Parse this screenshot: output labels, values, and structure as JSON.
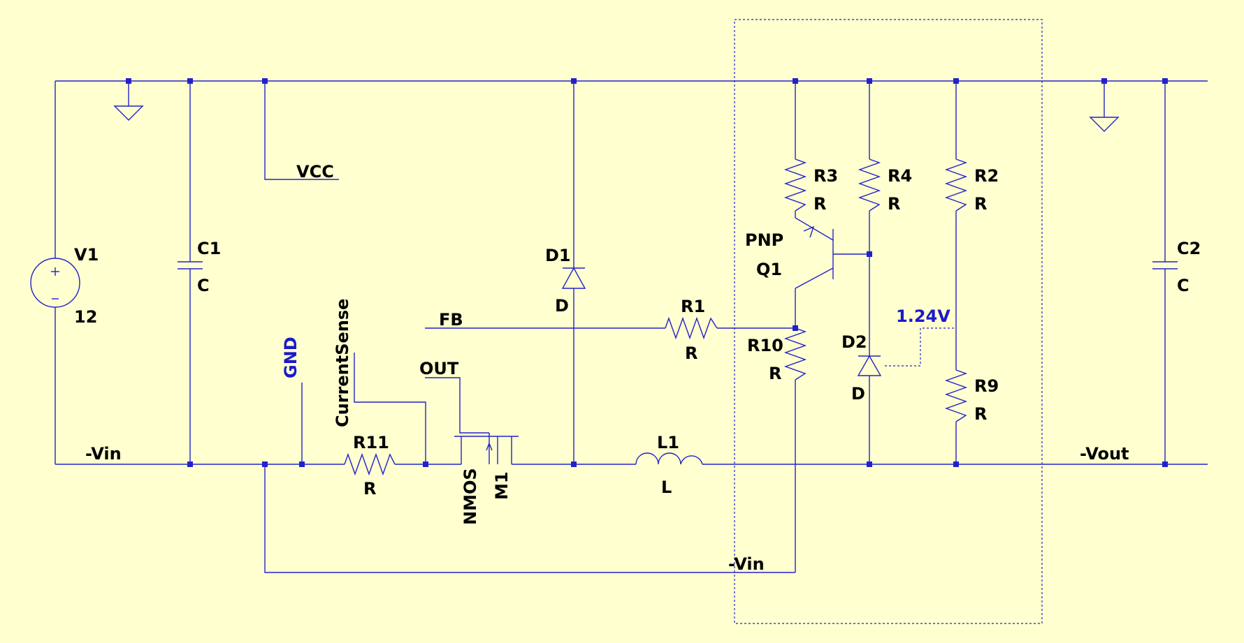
{
  "labels": {
    "V1_name": "V1",
    "V1_value": "12",
    "C1_name": "C1",
    "C1_value": "C",
    "C2_name": "C2",
    "C2_value": "C",
    "D1_name": "D1",
    "D1_value": "D",
    "D2_name": "D2",
    "D2_value": "D",
    "R1_name": "R1",
    "R1_value": "R",
    "R2_name": "R2",
    "R2_value": "R",
    "R3_name": "R3",
    "R3_value": "R",
    "R4_name": "R4",
    "R4_value": "R",
    "R9_name": "R9",
    "R9_value": "R",
    "R10_name": "R10",
    "R10_value": "R",
    "R11_name": "R11",
    "R11_value": "R",
    "L1_name": "L1",
    "L1_value": "L",
    "Q1_name": "Q1",
    "Q1_value": "PNP",
    "M1_name": "M1",
    "M1_value": "NMOS"
  },
  "nets": {
    "vcc": "VCC",
    "fb": "FB",
    "out": "OUT",
    "current_sense": "CurrentSense",
    "gnd": "GND",
    "vin_left": "-Vin",
    "vin_bottom": "-Vin",
    "vout": "-Vout",
    "ref_voltage": "1.24V"
  },
  "colors": {
    "background": "#ffffd0",
    "wire": "#2222cc",
    "component_text": "#000000",
    "net_text_highlight": "#1a1acc"
  }
}
